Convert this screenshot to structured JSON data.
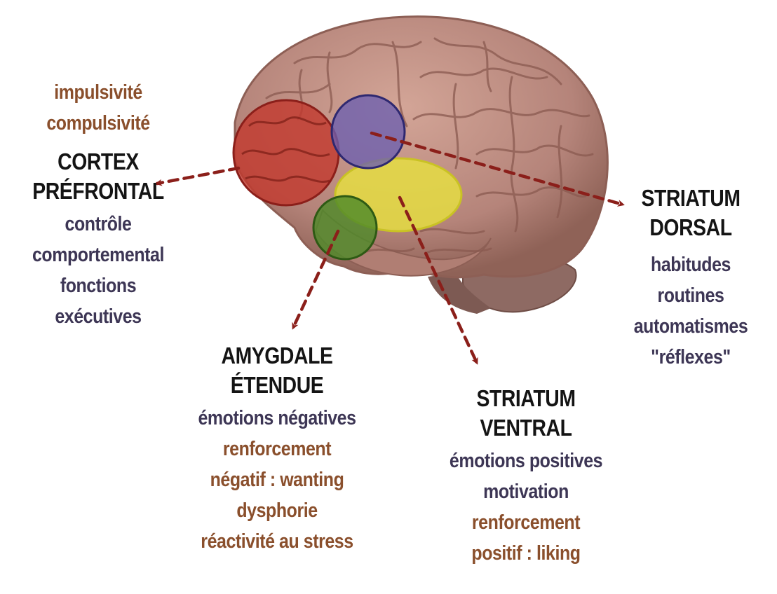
{
  "prefrontal": {
    "top_lines": [
      "impulsivité",
      "compulsivité"
    ],
    "title_lines": [
      "CORTEX",
      "PRÉFRONTAL"
    ],
    "bottom_lines": [
      "contrôle",
      "comportemental",
      "fonctions",
      "exécutives"
    ]
  },
  "amygdale": {
    "title_lines": [
      "AMYGDALE",
      "ÉTENDUE"
    ],
    "lines": [
      "émotions négatives",
      "renforcement",
      "négatif : wanting",
      "dysphorie",
      "réactivité au stress"
    ]
  },
  "striatum_ventral": {
    "title_lines": [
      "STRIATUM",
      "VENTRAL"
    ],
    "lines": [
      "émotions positives",
      "motivation",
      "renforcement",
      "positif : liking"
    ]
  },
  "striatum_dorsal": {
    "title_lines": [
      "STRIATUM",
      "DORSAL"
    ],
    "lines": [
      "habitudes",
      "routines",
      "automatismes",
      "\"réflexes\""
    ]
  },
  "colors": {
    "brain": "#b9887a",
    "prefrontal_circle": "#c23b2f",
    "dorsal_circle": "#6b5fb0",
    "ventral_ellipse": "#e7e040",
    "amygdala_circle": "#4f8a2a",
    "arrow": "#8b1f1a"
  }
}
